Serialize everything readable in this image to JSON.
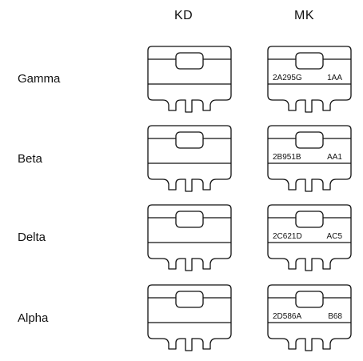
{
  "columns": {
    "kd": "KD",
    "mk": "MK"
  },
  "rows": [
    {
      "label": "Gamma",
      "mk_code": "2A295G",
      "mk_sub": "1AA"
    },
    {
      "label": "Beta",
      "mk_code": "2B951B",
      "mk_sub": "AA1"
    },
    {
      "label": "Delta",
      "mk_code": "2C621D",
      "mk_sub": "AC5"
    },
    {
      "label": "Alpha",
      "mk_code": "2D586A",
      "mk_sub": "B68"
    }
  ]
}
